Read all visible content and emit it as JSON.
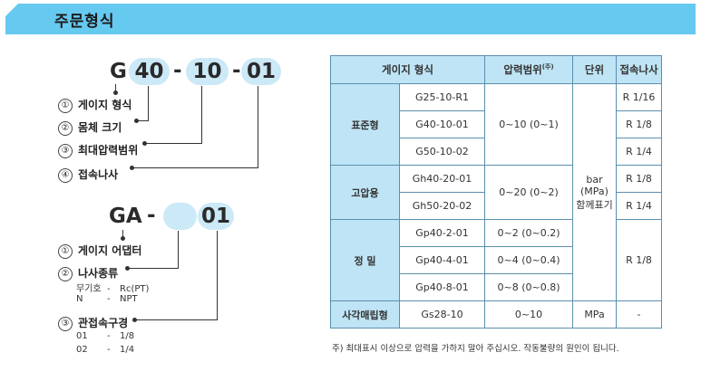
{
  "header": {
    "title": "주문형식"
  },
  "code1": {
    "prefix": "G",
    "part1": "40",
    "part2": "10",
    "part3": "01",
    "dash": "-"
  },
  "code1_labels": [
    {
      "num": "①",
      "text": "게이지 형식"
    },
    {
      "num": "②",
      "text": "몸체 크기"
    },
    {
      "num": "③",
      "text": "최대압력범위"
    },
    {
      "num": "④",
      "text": "접속나사"
    }
  ],
  "code2": {
    "prefix": "GA",
    "part1": "",
    "part2": "01",
    "dash": "-"
  },
  "code2_labels": [
    {
      "num": "①",
      "text": "게이지 어댑터"
    },
    {
      "num": "②",
      "text": "나사종류"
    },
    {
      "num": "③",
      "text": "관접속구경"
    }
  ],
  "thread_types": [
    {
      "code": "무기호",
      "sep": "-",
      "value": "Rc(PT)"
    },
    {
      "code": "N",
      "sep": "-",
      "value": "NPT"
    }
  ],
  "port_sizes": [
    {
      "code": "01",
      "sep": "-",
      "value": "1/8"
    },
    {
      "code": "02",
      "sep": "-",
      "value": "1/4"
    }
  ],
  "table": {
    "headers": {
      "type": "게이지 형식",
      "range": "압력범위",
      "range_sup": "(주)",
      "unit": "단위",
      "thread": "접속나사"
    },
    "cat_std": "표준형",
    "cat_high": "고압용",
    "cat_precision": "정 밀",
    "cat_panel": "사각매립형",
    "models": [
      "G25-10-R1",
      "G40-10-01",
      "G50-10-02",
      "Gh40-20-01",
      "Gh50-20-02",
      "Gp40-2-01",
      "Gp40-4-01",
      "Gp40-8-01",
      "Gs28-10"
    ],
    "range_std": "0~10 (0~1)",
    "range_high": "0~20 (0~2)",
    "range_p1": "0~2 (0~0.2)",
    "range_p2": "0~4 (0~0.4)",
    "range_p3": "0~8 (0~0.8)",
    "range_panel": "0~10",
    "unit_main_1": "bar",
    "unit_main_2": "(MPa)",
    "unit_main_3": "함께표기",
    "unit_panel": "MPa",
    "threads": [
      "R 1/16",
      "R 1/8",
      "R 1/4",
      "R 1/8",
      "R 1/4",
      "R 1/8",
      "-"
    ]
  },
  "note": "주) 최대표시 이상으로 압력을 가하지 말아 주십시오. 작동불량의 원인이 됩니다."
}
